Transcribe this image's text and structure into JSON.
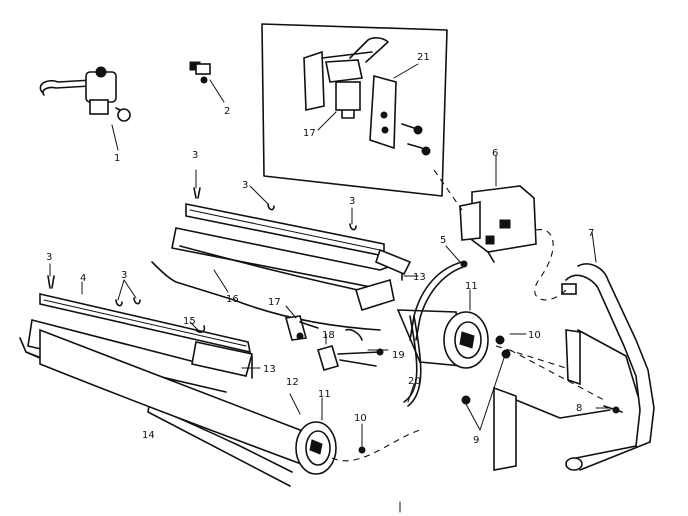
{
  "diagram": {
    "callouts": {
      "c1": "1",
      "c2": "2",
      "c3a": "3",
      "c3b": "3",
      "c3c": "3",
      "c3d": "3",
      "c3e": "3",
      "c4": "4",
      "c5": "5",
      "c6": "6",
      "c7": "7",
      "c8": "8",
      "c9": "9",
      "c10a": "10",
      "c10b": "10",
      "c11a": "11",
      "c11b": "11",
      "c12": "12",
      "c13a": "13",
      "c13b": "13",
      "c14": "14",
      "c15": "15",
      "c16": "16",
      "c17a": "17",
      "c17b": "17",
      "c18": "18",
      "c19": "19",
      "c20": "20",
      "c21": "21"
    }
  }
}
